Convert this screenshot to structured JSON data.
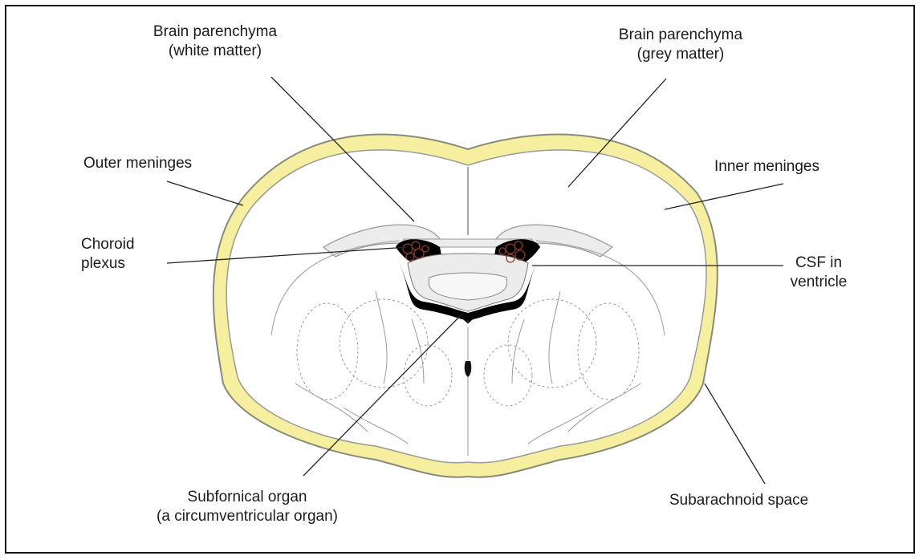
{
  "labels": {
    "white_matter": [
      "Brain parenchyma",
      "(white matter)"
    ],
    "grey_matter": [
      "Brain parenchyma",
      "(grey matter)"
    ],
    "outer_meninges": [
      "Outer meninges"
    ],
    "inner_meninges": [
      "Inner meninges"
    ],
    "choroid_plexus": [
      "Choroid",
      "plexus"
    ],
    "csf_ventricle": [
      "CSF in",
      "ventricle"
    ],
    "subfornical_organ": [
      "Subfornical organ",
      "(a circumventricular organ)"
    ],
    "subarachnoid_space": [
      "Subarachnoid space"
    ]
  },
  "colors": {
    "meninges_fill": "#f6ef9f",
    "meninges_outline": "#8a8a7a",
    "csf": "#000000",
    "choroid": "#8a3b2a",
    "parenchyma_outline": "#888888",
    "leader_line": "#222222",
    "white_matter_fill": "#ececec"
  }
}
